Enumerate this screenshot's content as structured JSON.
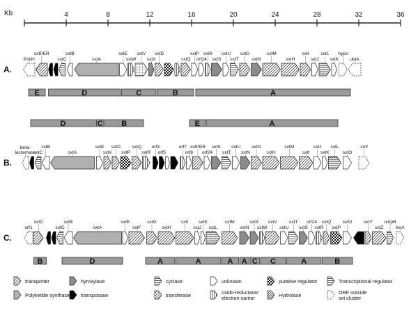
{
  "scale": {
    "unit": "Kb",
    "ticks": [
      "0",
      "4",
      "8",
      "12",
      "16",
      "20",
      "24",
      "28",
      "32",
      "36"
    ]
  },
  "rows": [
    {
      "id": "A.",
      "genes": [
        {
          "name": "PsbH",
          "type": "orf",
          "dir": "L",
          "s": -0.1,
          "e": 1.0
        },
        {
          "name": "sxtPER",
          "type": "transporter",
          "dir": "L",
          "s": 1.1,
          "e": 2.2
        },
        {
          "name": "",
          "type": "transposase",
          "dir": "L",
          "s": 2.3,
          "e": 2.7
        },
        {
          "name": "",
          "type": "transposase",
          "dir": "L",
          "s": 2.8,
          "e": 3.2
        },
        {
          "name": "sxtC",
          "type": "transcriptional",
          "dir": "L",
          "s": 3.3,
          "e": 3.9
        },
        {
          "name": "sxtB",
          "type": "unknown",
          "dir": "L",
          "s": 4.1,
          "e": 4.6
        },
        {
          "name": "sxtA",
          "type": "polyketide",
          "dir": "L",
          "s": 4.8,
          "e": 9.0
        },
        {
          "name": "sxtE",
          "type": "unknown",
          "dir": "R",
          "s": 9.1,
          "e": 9.8
        },
        {
          "name": "sxtW",
          "type": "oxido",
          "dir": "R",
          "s": 9.9,
          "e": 10.5
        },
        {
          "name": "sxtV",
          "type": "transferase_grid",
          "dir": "R",
          "s": 10.6,
          "e": 11.8
        },
        {
          "name": "sxtX",
          "type": "hydroxylase",
          "dir": "R",
          "s": 11.9,
          "e": 12.4
        },
        {
          "name": "sxtD",
          "type": "transferase",
          "dir": "R",
          "s": 12.5,
          "e": 13.3
        },
        {
          "name": "",
          "type": "regulator",
          "dir": "R",
          "s": 13.4,
          "e": 14.3
        },
        {
          "name": "",
          "type": "oxido",
          "dir": "R",
          "s": 14.4,
          "e": 14.9
        },
        {
          "name": "sxtQ",
          "type": "transferase",
          "dir": "R",
          "s": 15.0,
          "e": 15.9
        },
        {
          "name": "sxtP",
          "type": "unknown",
          "dir": "R",
          "s": 16.0,
          "e": 16.6
        },
        {
          "name": "orf24",
          "type": "unknown",
          "dir": "R",
          "s": 16.7,
          "e": 17.2
        },
        {
          "name": "sxtR",
          "type": "oxido",
          "dir": "R",
          "s": 17.3,
          "e": 17.8
        },
        {
          "name": "sxtS",
          "type": "hydroxylase",
          "dir": "R",
          "s": 17.9,
          "e": 18.9
        },
        {
          "name": "sxtU",
          "type": "unknown",
          "dir": "R",
          "s": 19.0,
          "e": 19.6
        },
        {
          "name": "sxtT",
          "type": "transcriptional",
          "dir": "R",
          "s": 19.7,
          "e": 20.5
        },
        {
          "name": "sxtG",
          "type": "transferase",
          "dir": "R",
          "s": 20.6,
          "e": 21.6
        },
        {
          "name": "sxtN",
          "type": "hydroxylase",
          "dir": "R",
          "s": 21.7,
          "e": 22.7
        },
        {
          "name": "sxtM",
          "type": "transporter",
          "dir": "R",
          "s": 22.8,
          "e": 24.5
        },
        {
          "name": "sxtH",
          "type": "transporter",
          "dir": "R",
          "s": 24.6,
          "e": 26.3
        },
        {
          "name": "sxtI",
          "type": "transferase",
          "dir": "R",
          "s": 26.4,
          "e": 27.4
        },
        {
          "name": "sxtJ",
          "type": "unknown",
          "dir": "R",
          "s": 27.5,
          "e": 28.1
        },
        {
          "name": "sxtL",
          "type": "hydrolase",
          "dir": "R",
          "s": 28.2,
          "e": 29.3
        },
        {
          "name": "sxtK",
          "type": "unknown",
          "dir": "R",
          "s": 29.4,
          "e": 29.9
        },
        {
          "name": "hypo",
          "type": "orf",
          "dir": "R",
          "s": 30.1,
          "e": 30.9
        },
        {
          "name": "ubiA",
          "type": "orf",
          "dir": "L",
          "s": 31.0,
          "e": 32.2
        }
      ],
      "clusters": [
        {
          "label": "E",
          "s": 0.4,
          "e": 2.0
        },
        {
          "label": "D",
          "s": 2.3,
          "e": 9.2
        },
        {
          "label": "C",
          "s": 9.3,
          "e": 12.6
        },
        {
          "label": "B",
          "s": 12.7,
          "e": 16.2
        },
        {
          "label": "A",
          "s": 16.4,
          "e": 31.2
        }
      ],
      "clusters_above": []
    },
    {
      "id": "B.",
      "genes": [
        {
          "name": "beta-\nlactamase",
          "type": "orf",
          "dir": "L",
          "s": -0.2,
          "e": 0.4
        },
        {
          "name": "",
          "type": "transposase",
          "dir": "L",
          "s": 0.5,
          "e": 0.9
        },
        {
          "name": "sxtC",
          "type": "transcriptional",
          "dir": "L",
          "s": 1.0,
          "e": 1.6
        },
        {
          "name": "sxtB",
          "type": "unknown",
          "dir": "L",
          "s": 1.7,
          "e": 2.4
        },
        {
          "name": "sxtA",
          "type": "polyketide",
          "dir": "L",
          "s": 2.5,
          "e": 6.7
        },
        {
          "name": "sxtE",
          "type": "unknown",
          "dir": "R",
          "s": 6.9,
          "e": 7.5
        },
        {
          "name": "sxtV",
          "type": "transferase",
          "dir": "R",
          "s": 7.6,
          "e": 8.3
        },
        {
          "name": "sxtD",
          "type": "transferase",
          "dir": "R",
          "s": 8.4,
          "e": 9.1
        },
        {
          "name": "sxtP",
          "type": "regulator",
          "dir": "R",
          "s": 9.2,
          "e": 10.2
        },
        {
          "name": "sxtQ",
          "type": "transferase",
          "dir": "R",
          "s": 10.3,
          "e": 11.2
        },
        {
          "name": "sxtR",
          "type": "oxido",
          "dir": "R",
          "s": 11.3,
          "e": 12.0
        },
        {
          "name": "orf3",
          "type": "transposase",
          "dir": "R",
          "s": 12.3,
          "e": 12.8
        },
        {
          "name": "orf5",
          "type": "transposase",
          "dir": "R",
          "s": 12.9,
          "e": 13.4
        },
        {
          "name": "",
          "type": "unknown",
          "dir": "R",
          "s": 13.5,
          "e": 13.9
        },
        {
          "name": "",
          "type": "transposase",
          "dir": "R",
          "s": 14.0,
          "e": 14.7
        },
        {
          "name": "orf7",
          "type": "oxido",
          "dir": "R",
          "s": 14.9,
          "e": 15.4
        },
        {
          "name": "orf8",
          "type": "unknown",
          "dir": "R",
          "s": 15.5,
          "e": 16.0
        },
        {
          "name": "sxtPER",
          "type": "transporter",
          "dir": "R",
          "s": 16.1,
          "e": 17.1
        },
        {
          "name": "orf24",
          "type": "unknown",
          "dir": "R",
          "s": 17.2,
          "e": 17.8
        },
        {
          "name": "sxtS",
          "type": "hydroxylase",
          "dir": "R",
          "s": 17.9,
          "e": 18.8
        },
        {
          "name": "sxtT",
          "type": "transcriptional",
          "dir": "R",
          "s": 18.9,
          "e": 19.8
        },
        {
          "name": "sxtU",
          "type": "unknown",
          "dir": "R",
          "s": 19.9,
          "e": 20.6
        },
        {
          "name": "sxtN",
          "type": "hydroxylase",
          "dir": "R",
          "s": 20.7,
          "e": 21.6
        },
        {
          "name": "sxtG",
          "type": "transferase",
          "dir": "R",
          "s": 21.7,
          "e": 22.7
        },
        {
          "name": "sxtH",
          "type": "transporter",
          "dir": "R",
          "s": 22.8,
          "e": 24.4
        },
        {
          "name": "sxtM",
          "type": "transporter",
          "dir": "R",
          "s": 24.5,
          "e": 26.2
        },
        {
          "name": "sxtI",
          "type": "transferase",
          "dir": "R",
          "s": 26.3,
          "e": 27.6
        },
        {
          "name": "sxtJ",
          "type": "unknown",
          "dir": "R",
          "s": 27.7,
          "e": 28.4
        },
        {
          "name": "sxtK",
          "type": "unknown",
          "dir": "R",
          "s": 28.5,
          "e": 29.0
        },
        {
          "name": "sxtL",
          "type": "hydrolase",
          "dir": "R",
          "s": 29.1,
          "e": 30.3
        },
        {
          "name": "sxtO",
          "type": "unknown",
          "dir": "R",
          "s": 30.5,
          "e": 31.3
        },
        {
          "name": "smf",
          "type": "orf",
          "dir": "R",
          "s": 32.0,
          "e": 33.0
        }
      ],
      "clusters": [],
      "clusters_above": [
        {
          "label": "D",
          "s": 0.6,
          "e": 6.8
        },
        {
          "label": "C",
          "s": 6.9,
          "e": 7.6
        },
        {
          "label": "B",
          "s": 7.7,
          "e": 11.4
        },
        {
          "label": "E",
          "s": 15.8,
          "e": 17.3
        },
        {
          "label": "A",
          "s": 17.4,
          "e": 30.0
        }
      ]
    },
    {
      "id": "C.",
      "genes": [
        {
          "name": "orf1",
          "type": "orf",
          "dir": "L",
          "s": 0.0,
          "e": 0.8
        },
        {
          "name": "sxtD",
          "type": "transferase",
          "dir": "R",
          "s": 0.9,
          "e": 1.8
        },
        {
          "name": "",
          "type": "transposase",
          "dir": "L",
          "s": 2.1,
          "e": 2.5
        },
        {
          "name": "",
          "type": "transposase",
          "dir": "L",
          "s": 2.6,
          "e": 3.0
        },
        {
          "name": "sxtC",
          "type": "transcriptional",
          "dir": "L",
          "s": 3.1,
          "e": 3.7
        },
        {
          "name": "sxtB",
          "type": "unknown",
          "dir": "L",
          "s": 3.8,
          "e": 4.6
        },
        {
          "name": "sxtA",
          "type": "polyketide",
          "dir": "L",
          "s": 4.7,
          "e": 9.3
        },
        {
          "name": "sxtE",
          "type": "unknown",
          "dir": "R",
          "s": 9.4,
          "e": 9.9
        },
        {
          "name": "sxtF",
          "type": "transporter",
          "dir": "R",
          "s": 10.0,
          "e": 11.5
        },
        {
          "name": "sxtG",
          "type": "transferase",
          "dir": "R",
          "s": 11.7,
          "e": 12.7
        },
        {
          "name": "sxtH",
          "type": "transporter",
          "dir": "R",
          "s": 12.8,
          "e": 14.4
        },
        {
          "name": "sxtI",
          "type": "transferase",
          "dir": "R",
          "s": 14.5,
          "e": 16.2
        },
        {
          "name": "sxtJ",
          "type": "unknown",
          "dir": "R",
          "s": 16.3,
          "e": 16.8
        },
        {
          "name": "sxtK",
          "type": "unknown",
          "dir": "R",
          "s": 16.9,
          "e": 17.3
        },
        {
          "name": "sxtL",
          "type": "hydrolase",
          "dir": "R",
          "s": 17.4,
          "e": 18.7
        },
        {
          "name": "sxtM",
          "type": "transporter",
          "dir": "R",
          "s": 18.9,
          "e": 20.4
        },
        {
          "name": "sxtN",
          "type": "hydroxylase",
          "dir": "R",
          "s": 20.6,
          "e": 21.5
        },
        {
          "name": "sxtX",
          "type": "hydroxylase",
          "dir": "R",
          "s": 21.6,
          "e": 22.4
        },
        {
          "name": "sxtW",
          "type": "oxido",
          "dir": "R",
          "s": 22.5,
          "e": 23.0
        },
        {
          "name": "sxtV",
          "type": "transferase",
          "dir": "R",
          "s": 23.1,
          "e": 24.4
        },
        {
          "name": "sxtU",
          "type": "unknown",
          "dir": "R",
          "s": 24.5,
          "e": 25.2
        },
        {
          "name": "sxtT",
          "type": "transcriptional",
          "dir": "R",
          "s": 25.3,
          "e": 26.2
        },
        {
          "name": "sxtS",
          "type": "hydroxylase",
          "dir": "R",
          "s": 26.3,
          "e": 27.1
        },
        {
          "name": "orf24",
          "type": "unknown",
          "dir": "R",
          "s": 27.2,
          "e": 27.8
        },
        {
          "name": "sxtR",
          "type": "oxido",
          "dir": "R",
          "s": 27.9,
          "e": 28.5
        },
        {
          "name": "sxtQ",
          "type": "transferase",
          "dir": "R",
          "s": 28.6,
          "e": 29.2
        },
        {
          "name": "sxtP",
          "type": "regulator",
          "dir": "R",
          "s": 29.3,
          "e": 30.4
        },
        {
          "name": "sxtO",
          "type": "unknown",
          "dir": "R",
          "s": 30.5,
          "e": 31.3
        },
        {
          "name": "",
          "type": "transposase",
          "dir": "L",
          "s": 31.5,
          "e": 32.5
        },
        {
          "name": "sxtY",
          "type": "transporter",
          "dir": "R",
          "s": 32.6,
          "e": 33.2
        },
        {
          "name": "sxtZ",
          "type": "transferase",
          "dir": "R",
          "s": 33.3,
          "e": 34.6
        },
        {
          "name": "ompR",
          "type": "transcriptional",
          "dir": "R",
          "s": 34.7,
          "e": 35.3
        },
        {
          "name": "hisA",
          "type": "orf",
          "dir": "R",
          "s": 35.6,
          "e": 36.3
        }
      ],
      "clusters": [
        {
          "label": "B",
          "s": 0.9,
          "e": 2.1
        },
        {
          "label": "D",
          "s": 3.6,
          "e": 9.4
        },
        {
          "label": "A",
          "s": 11.6,
          "e": 14.4
        },
        {
          "label": "A",
          "s": 14.5,
          "e": 18.8
        },
        {
          "label": "A",
          "s": 18.9,
          "e": 20.5
        },
        {
          "label": "A",
          "s": 20.6,
          "e": 21.5
        },
        {
          "label": "C",
          "s": 21.6,
          "e": 22.5
        },
        {
          "label": "C",
          "s": 22.6,
          "e": 25.0
        },
        {
          "label": "A",
          "s": 25.1,
          "e": 28.4
        },
        {
          "label": "B",
          "s": 28.5,
          "e": 31.4
        }
      ],
      "clusters_above": []
    }
  ],
  "legend": [
    {
      "type": "transporter",
      "label": "transporter"
    },
    {
      "type": "hydroxylase",
      "label": "hyroxylase"
    },
    {
      "type": "cyclase",
      "label": "cyclase"
    },
    {
      "type": "unknown",
      "label": "unknown"
    },
    {
      "type": "regulator",
      "label": "putative regulator"
    },
    {
      "type": "transcriptional",
      "label": "Transcriptional regulator"
    },
    {
      "type": "polyketide",
      "label": "Polyketide synthase"
    },
    {
      "type": "transposase",
      "label": "transposase"
    },
    {
      "type": "transferase",
      "label": "transferase"
    },
    {
      "type": "oxido",
      "label": "oxido-reductase/\nelectron carrier"
    },
    {
      "type": "hydrolase",
      "label": "Hydrolase"
    },
    {
      "type": "orf",
      "label": "ORF outside\nsxt cluster"
    }
  ],
  "colors": {
    "polyketide": "#b0b0b0",
    "hydroxylase": "#8c8c8c",
    "transposase": "#000000",
    "cluster_bar": "#9a9a9a",
    "line": "#222222"
  }
}
